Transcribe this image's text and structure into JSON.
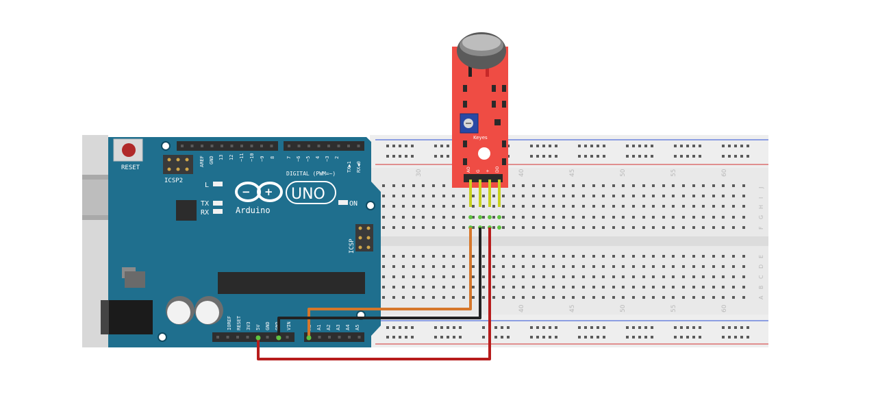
{
  "board": {
    "brand": "Arduino",
    "model": "UNO",
    "reset_label": "RESET",
    "icsp2_label": "ICSP2",
    "icsp_label": "ICSP",
    "digital_label": "DIGITAL (PWM=~)",
    "led_l": "L",
    "led_tx": "TX",
    "led_rx": "RX",
    "led_on": "ON",
    "tx_pin_label": "TX▶1",
    "rx_pin_label": "RX◀0",
    "aref": "AREF",
    "gnd_top": "GND",
    "digital_pins": [
      "13",
      "12",
      "~11",
      "~10",
      "~9",
      "8",
      "7",
      "~6",
      "~5",
      "4",
      "~3",
      "2"
    ],
    "power_pins": [
      "IOREF",
      "RESET",
      "3V3",
      "5V",
      "GND",
      "GND",
      "VIN"
    ],
    "analog_pins": [
      "A0",
      "A1",
      "A2",
      "A3",
      "A4",
      "A5"
    ]
  },
  "sensor": {
    "brand": "Keyes",
    "pin_labels": [
      "AO",
      "G",
      "+",
      "DO"
    ]
  },
  "breadboard": {
    "column_numbers": [
      "30",
      "40",
      "45",
      "50",
      "55",
      "60"
    ],
    "rows_top": [
      "J",
      "I",
      "H",
      "G",
      "F"
    ],
    "rows_bottom": [
      "E",
      "D",
      "C",
      "B",
      "A"
    ]
  },
  "wires": [
    {
      "name": "analog-signal-wire",
      "color": "#d6772b"
    },
    {
      "name": "ground-wire",
      "color": "#222222"
    },
    {
      "name": "power-wire",
      "color": "#b71c1c"
    }
  ],
  "colors": {
    "board": "#1f6f8e",
    "sensor": "#ef4c44",
    "breadboard": "#e9e9e9"
  }
}
